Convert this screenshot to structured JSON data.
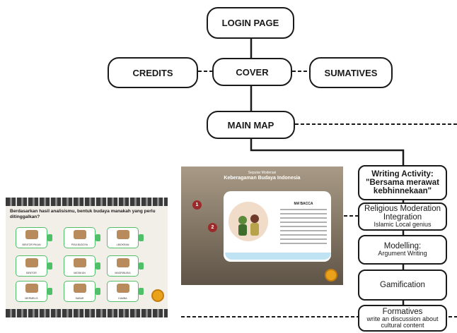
{
  "flow": {
    "login": "LOGIN PAGE",
    "cover": "COVER",
    "credits": "CREDITS",
    "sumatives": "SUMATIVES",
    "main_map": "MAIN MAP"
  },
  "sidebar": {
    "writing": {
      "line1": "Writing Activity:",
      "line2": "\"Bersama merawat",
      "line3": "kebhinnekaan\""
    },
    "religious": {
      "line1": "Religious Moderation",
      "line2": "Integration",
      "sub": "Islamic Local genius"
    },
    "modelling": {
      "title": "Modelling:",
      "sub": "Argument Writing"
    },
    "gamification": {
      "title": "Gamification"
    },
    "formatives": {
      "title": "Formatives",
      "sub1": "write an discussion about",
      "sub2": "cultural content"
    }
  },
  "quiz_screen": {
    "question": "Berdasarkan hasil analisismu, bentuk budaya manakah yang perlu ditinggalkan?",
    "cards": [
      "BENTOR PIKAN",
      "PISA BUDOYA",
      "LIBOKRAN",
      "BENTOR",
      "MATAKUN",
      "MAGRINUSIA",
      "MERMELIS",
      "SABAR",
      "KAMBA"
    ]
  },
  "story_screen": {
    "subtitle": "Seputar Moderasi",
    "title": "Keberagaman Budaya Indonesia",
    "heading": "MA'BACCA",
    "numbers": [
      "1",
      "2"
    ]
  },
  "colors": {
    "line": "#1a1a1a",
    "card_border": "#4fbf6a",
    "marker": "#9b2b2b",
    "button": "#e9a21a"
  }
}
